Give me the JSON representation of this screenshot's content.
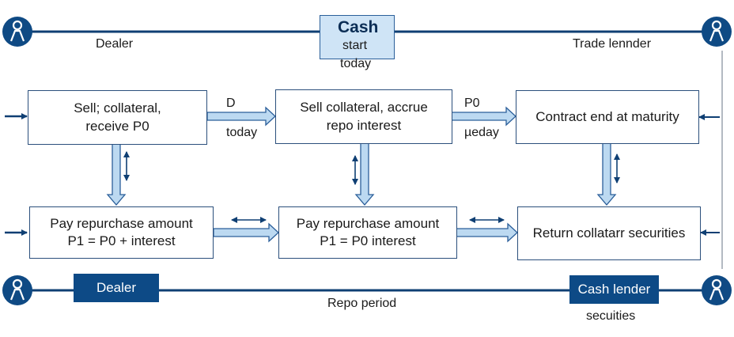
{
  "colors": {
    "line": "#0f3f73",
    "box_border": "#2b4f7c",
    "arrow_fill": "#bcd9f1",
    "arrow_stroke": "#2b5f9a",
    "pill": "#0d4a86"
  },
  "top": {
    "left_party": "Dealer",
    "right_party": "Trade lennder",
    "cash_title": "Cash",
    "cash_sub": "start",
    "cash_date": "today"
  },
  "row1": {
    "box1_line1": "Sell; collateral,",
    "box1_line2": "receive P0",
    "arrow1_top": "D",
    "arrow1_bottom": "today",
    "box2_line1": "Sell collateral, accrue",
    "box2_line2": "repo interest",
    "arrow2_top": "P0",
    "arrow2_bottom": "µeday",
    "box3": "Contract end at maturity"
  },
  "row2": {
    "box1_line1": "Pay repurchase amount",
    "box1_line2": "P1 = P0 + interest",
    "box2_line1": "Pay repurchase amount",
    "box2_line2": "P1 = P0 interest",
    "box3": "Return collatarr securities"
  },
  "bottom": {
    "left_pill": "Dealer",
    "center_label": "Repo period",
    "right_pill": "Cash lender",
    "right_sub": "secuities"
  },
  "icons": [
    "person-icon-top-left",
    "person-icon-top-right",
    "person-icon-bottom-left",
    "person-icon-bottom-right"
  ]
}
